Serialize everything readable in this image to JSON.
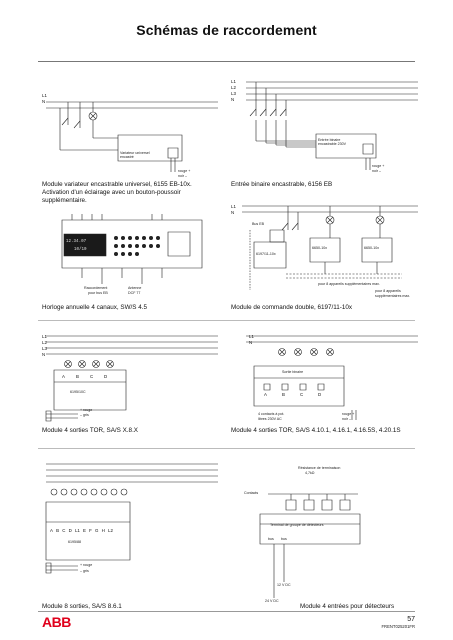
{
  "page": {
    "title": "Schémas de raccordement",
    "page_number": "57",
    "reference": "FRENT025201FR",
    "logo_text": "ABB"
  },
  "sections": [
    {
      "caption": "Module variateur encastrable universel, 6155 EB-10x. Activation d'un éclairage avec un bouton-poussoir supplémentaire.",
      "lines": [
        "L1",
        "N"
      ],
      "labels": [
        "Variateur universel",
        "encastré",
        "rouge +",
        "noir –"
      ]
    },
    {
      "caption": "Entrée binaire encastrable, 6156 EB",
      "lines": [
        "L1",
        "L2",
        "L3",
        "N"
      ],
      "labels": [
        "Entrée binaire",
        "encastrable 230V",
        "rouge +",
        "noir –"
      ]
    },
    {
      "caption": "Horloge annuelle 4 canaux, SW/S 4.5",
      "labels": [
        "12.34.07",
        "10/10",
        "Raccordement",
        "pour bus EB",
        "Antenne",
        "DCF 77"
      ]
    },
    {
      "caption": "Module de commande double, 6197/11-10x",
      "lines": [
        "L1",
        "N"
      ],
      "labels": [
        "Bus EB",
        "6197/11-10x",
        "6650-10x",
        "6650-10x",
        "pour 8 appareils supplémentaires max.",
        "pour 8 appareils",
        "supplémentaires max."
      ]
    },
    {
      "caption": "Module 4 sorties TOR, SA/S X.8.X",
      "lines": [
        "L1",
        "L2",
        "L3",
        "N"
      ],
      "labels": [
        "A",
        "B",
        "C",
        "D",
        "6195/10C",
        "+ rouge",
        "– gris"
      ]
    },
    {
      "caption": "Module 4 sorties TOR, SA/S 4.10.1, 4.16.1, 4.16.5S, 4.20.1S",
      "lines": [
        "L1",
        "N"
      ],
      "labels": [
        "Sortie binaire",
        "A",
        "B",
        "C",
        "D",
        "4 contacts à pot.",
        "libres 230V AC",
        "rouge +",
        "noir –"
      ]
    },
    {
      "caption": "Module 8 sorties, SA/S 8.6.1",
      "labels": [
        "A",
        "B",
        "C",
        "D",
        "L1",
        "E",
        "F",
        "G",
        "H",
        "L2",
        "6195/88",
        "+ rouge",
        "– gris"
      ]
    },
    {
      "caption": "Module 4 entrées pour détecteurs",
      "labels": [
        "Résistance de terminaison",
        "4,7kΩ",
        "Contacts",
        "Terminal de groupe de détecteurs",
        "bus",
        "bus",
        "12 V DC",
        "24 V DC"
      ]
    }
  ]
}
